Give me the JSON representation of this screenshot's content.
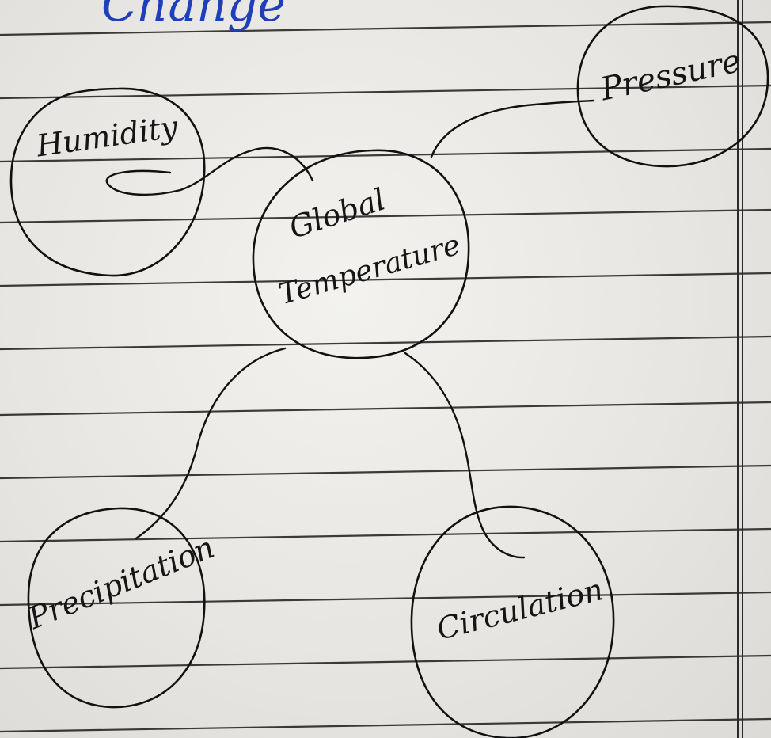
{
  "page": {
    "heading": "Change",
    "heading_color": "#1f3fb8",
    "ink_color": "#111111",
    "paper_color": "#ecebe8"
  },
  "diagram": {
    "nodes": [
      {
        "id": "humidity",
        "label": "Humidity"
      },
      {
        "id": "pressure",
        "label": "Pressure"
      },
      {
        "id": "global-temperature",
        "label": "Global Temperature",
        "lines": [
          "Global",
          "Temperature"
        ]
      },
      {
        "id": "precipitation",
        "label": "Precipitation"
      },
      {
        "id": "circulation",
        "label": "Circulation"
      }
    ],
    "edges": [
      {
        "from": "humidity",
        "to": "global-temperature"
      },
      {
        "from": "pressure",
        "to": "global-temperature"
      },
      {
        "from": "global-temperature",
        "to": "precipitation"
      },
      {
        "from": "global-temperature",
        "to": "circulation"
      }
    ]
  }
}
